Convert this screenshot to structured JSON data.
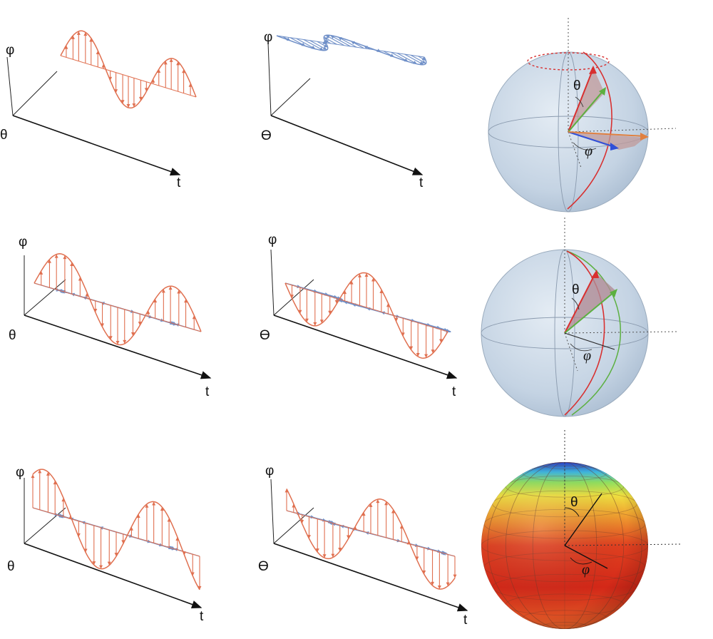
{
  "labels": {
    "phi": "φ",
    "theta": "θ",
    "t": "t",
    "sphere_theta": "θ",
    "sphere_phi": "φ"
  },
  "colors": {
    "red_wave": "#e07050",
    "blue_wave": "#7090c8",
    "sphere_fill": "#c8d6e6",
    "red_arrow": "#d83030",
    "green_arrow": "#5cb040",
    "blue_arrow": "#3050d8",
    "orange_arrow": "#e08040"
  },
  "panels": [
    {
      "id": "r1c1",
      "waves": [
        "red"
      ],
      "theta_label": "θ"
    },
    {
      "id": "r1c2",
      "waves": [
        "blue"
      ],
      "theta_label": "ϴ"
    },
    {
      "id": "r2c1",
      "waves": [
        "red",
        "blue"
      ],
      "theta_label": "θ"
    },
    {
      "id": "r2c2",
      "waves": [
        "red",
        "blue"
      ],
      "theta_label": "ϴ"
    },
    {
      "id": "r3c1",
      "waves": [
        "red",
        "blue"
      ],
      "theta_label": "θ"
    },
    {
      "id": "r3c2",
      "waves": [
        "red",
        "blue"
      ],
      "theta_label": "ϴ"
    }
  ],
  "spheres": [
    {
      "id": "sphere-1",
      "style": "transparent",
      "arrows": [
        "red",
        "green",
        "blue",
        "orange"
      ]
    },
    {
      "id": "sphere-2",
      "style": "transparent",
      "arrows": [
        "red",
        "green"
      ]
    },
    {
      "id": "sphere-3",
      "style": "colormap",
      "arrows": []
    }
  ]
}
